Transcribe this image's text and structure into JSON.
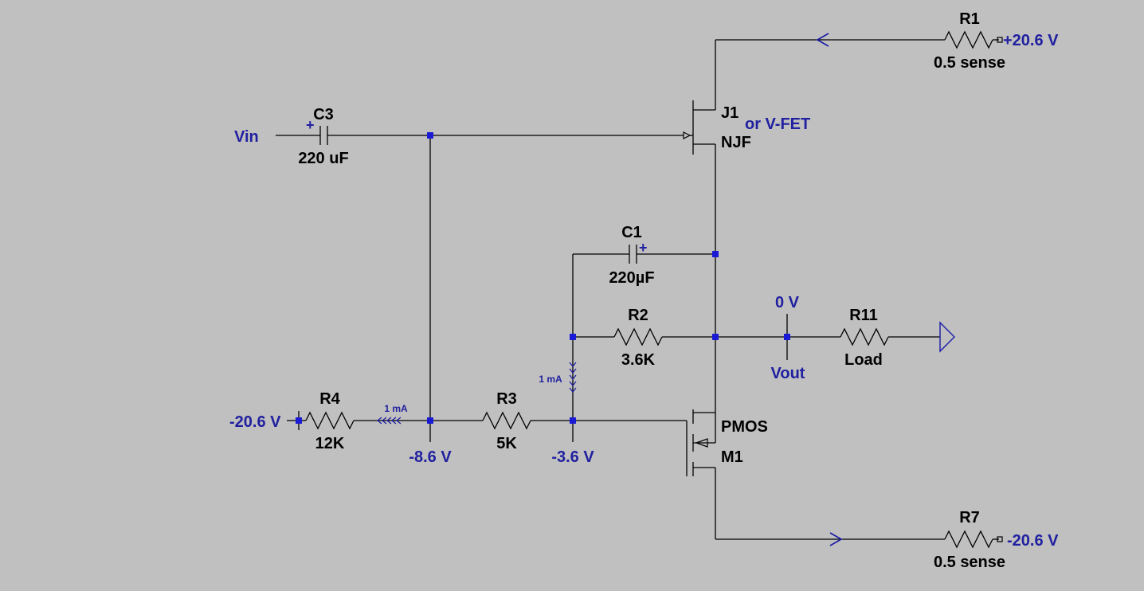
{
  "components": {
    "r1": {
      "ref": "R1",
      "value": "0.5 sense"
    },
    "j1": {
      "ref": "J1",
      "type": "NJF",
      "note": "or V-FET"
    },
    "c3": {
      "ref": "C3",
      "value": "220 uF"
    },
    "c1": {
      "ref": "C1",
      "value": "220µF"
    },
    "r2": {
      "ref": "R2",
      "value": "3.6K"
    },
    "r11": {
      "ref": "R11",
      "value": "Load"
    },
    "r4": {
      "ref": "R4",
      "value": "12K"
    },
    "r3": {
      "ref": "R3",
      "value": "5K"
    },
    "m1": {
      "ref": "M1",
      "type": "PMOS"
    },
    "r7": {
      "ref": "R7",
      "value": "0.5 sense"
    }
  },
  "nets": {
    "vin": "Vin",
    "vout": "Vout",
    "vpos": "+20.6 V",
    "vneg_left": "-20.6 V",
    "vneg_bottom": "-20.6 V",
    "node_a": "-8.6 V",
    "node_b": "-3.6 V",
    "out_v": "0 V"
  },
  "annotations": {
    "current_h": "1 mA",
    "current_v": "1 mA",
    "c3_plus": "+",
    "c1_plus": "+"
  },
  "colors": {
    "background": "#c0c0c0",
    "wire": "#000000",
    "net_label": "#2020a0",
    "junction": "#1a1ad6"
  }
}
